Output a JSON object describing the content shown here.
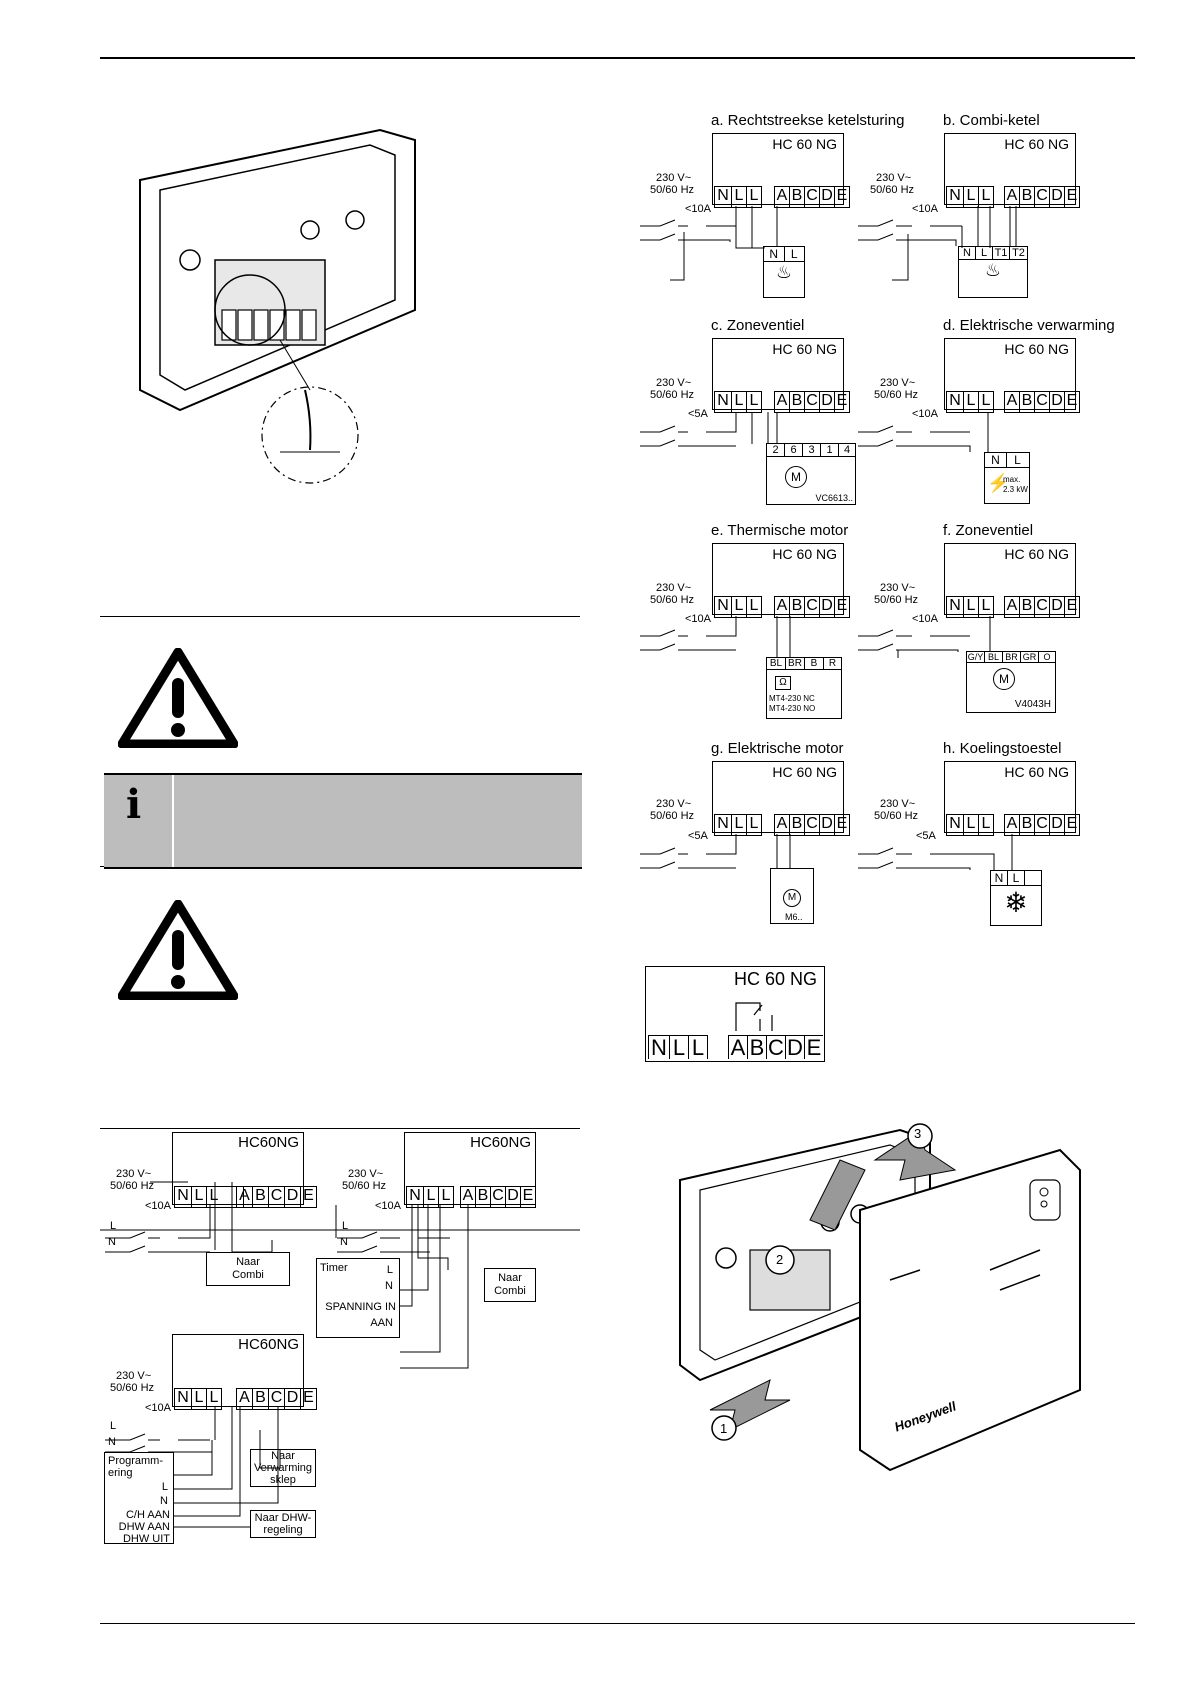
{
  "device_label": "HC 60 NG",
  "device_label_compact": "HC60NG",
  "terminals": [
    "N",
    "L",
    "L",
    "A",
    "B",
    "C",
    "D",
    "E"
  ],
  "supply": {
    "voltage": "230 V~",
    "freq": "50/60 Hz",
    "fuse10": "<10A",
    "fuse5": "<5A",
    "L": "L",
    "N": "N"
  },
  "diagrams": {
    "a": {
      "title": "a. Rechtstreekse ketelsturing",
      "load": [
        "N",
        "L"
      ]
    },
    "b": {
      "title": "b. Combi-ketel",
      "load": [
        "N",
        "L",
        "T1",
        "T2"
      ]
    },
    "c": {
      "title": "c. Zoneventiel",
      "pins": [
        "2",
        "6",
        "3",
        "1",
        "4"
      ],
      "model": "VC6613.."
    },
    "d": {
      "title": "d. Elektrische verwarming",
      "load": [
        "N",
        "L"
      ],
      "max": "max.",
      "power": "2.3 kW"
    },
    "e": {
      "title": "e. Thermische motor",
      "pins": [
        "BL",
        "BR",
        "B",
        "R"
      ],
      "model1": "MT4-230 NC",
      "model2": "MT4-230 NO"
    },
    "f": {
      "title": "f. Zoneventiel",
      "pins": [
        "G/Y",
        "BL",
        "BR",
        "GR",
        "O"
      ],
      "model": "V4043H"
    },
    "g": {
      "title": "g. Elektrische motor",
      "model": "M6.."
    },
    "h": {
      "title": "h. Koelingstoestel",
      "load": [
        "N",
        "L"
      ]
    }
  },
  "left_wiring": {
    "combi": {
      "naar": "Naar",
      "combi": "Combi"
    },
    "timer": {
      "label": "Timer",
      "L": "L",
      "N": "N",
      "spanning": "SPANNING IN",
      "aan": "AAN"
    },
    "prog": {
      "label1": "Programm-",
      "label2": "ering",
      "L": "L",
      "N": "N",
      "ch": "C/H AAN",
      "dhw_aan": "DHW AAN",
      "dhw_uit": "DHW UIT"
    },
    "verw": {
      "l1": "Naar",
      "l2": "Verwarming",
      "l3": "sklep"
    },
    "dhw": {
      "l1": "Naar DHW-",
      "l2": "regeling"
    }
  },
  "brand": "Honeywell",
  "steps": [
    "1",
    "2",
    "3"
  ],
  "info_icon": "info-icon",
  "warning_icon": "warning-triangle-icon"
}
